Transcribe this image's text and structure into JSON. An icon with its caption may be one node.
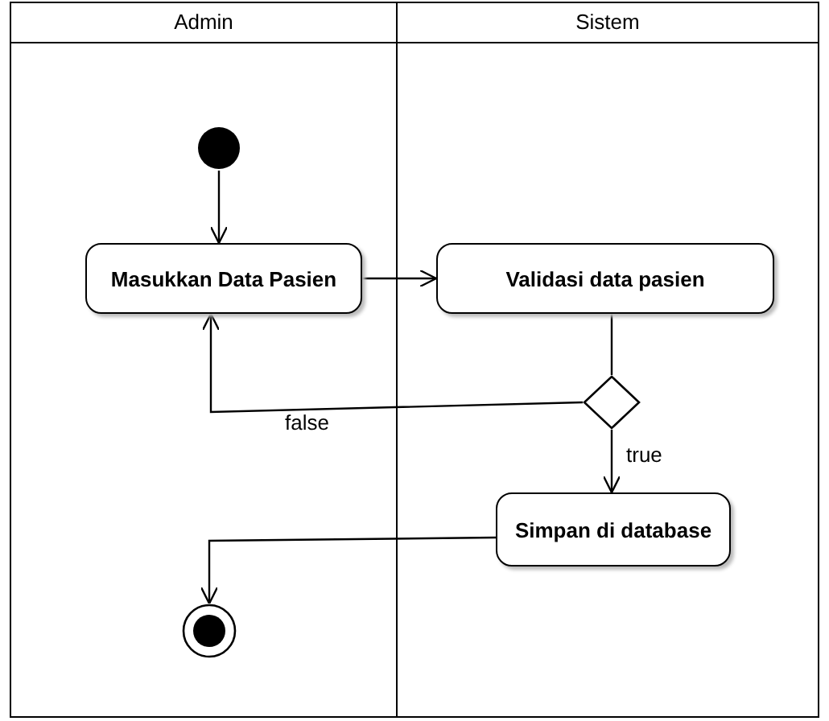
{
  "diagram": {
    "nodes": [
      {
        "text": [
          "Admin"
        ]
      },
      {
        "text": [
          "Sistem"
        ]
      },
      {
        "text": [],
        "shape": "circle",
        "in": 0
      },
      {
        "text": [
          "Masukkan Data Pasien"
        ],
        "in": 0
      },
      {
        "text": [
          "Validasi data pasien"
        ],
        "in": 1
      },
      {
        "text": [],
        "shape": "diamond",
        "in": 1
      },
      {
        "text": [
          "Simpan di database"
        ],
        "in": 1
      },
      {
        "text": [],
        "shape": "circle",
        "in": 0
      }
    ],
    "edges": [
      {
        "from": 2,
        "to": 3,
        "arrow": "to"
      },
      {
        "from": 3,
        "to": 4,
        "arrow": "to"
      },
      {
        "from": 4,
        "to": 5,
        "arrow": "none"
      },
      {
        "from": 5,
        "to": 3,
        "arrow": "to",
        "label": "false"
      },
      {
        "from": 5,
        "to": 6,
        "arrow": "to",
        "label": "true"
      },
      {
        "from": 6,
        "to": 7,
        "arrow": "to"
      }
    ]
  }
}
